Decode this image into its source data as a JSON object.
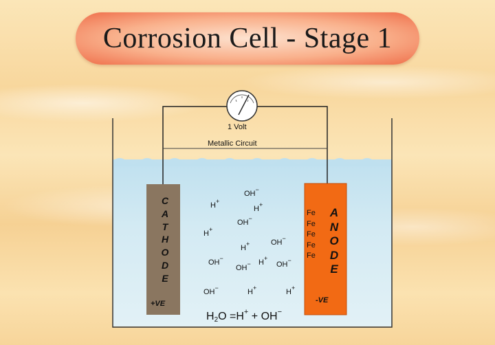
{
  "title": "Corrosion Cell - Stage 1",
  "meter": {
    "label": "1 Volt"
  },
  "circuit": {
    "label": "Metallic Circuit"
  },
  "cathode": {
    "letters": [
      "C",
      "A",
      "T",
      "H",
      "O",
      "D",
      "E"
    ],
    "polarity": "+VE",
    "color": "#8a7660"
  },
  "anode": {
    "letters": [
      "A",
      "N",
      "O",
      "D",
      "E"
    ],
    "polarity": "-VE",
    "color": "#f26a14",
    "metal": [
      "Fe",
      "Fe",
      "Fe",
      "Fe",
      "Fe"
    ]
  },
  "ions": [
    {
      "base": "OH",
      "sup": "−"
    },
    {
      "base": "H",
      "sup": "+"
    },
    {
      "base": "H",
      "sup": "+"
    },
    {
      "base": "OH",
      "sup": "−"
    },
    {
      "base": "H",
      "sup": "+"
    },
    {
      "base": "H",
      "sup": "+"
    },
    {
      "base": "OH",
      "sup": "−"
    },
    {
      "base": "OH",
      "sup": "−"
    },
    {
      "base": "OH",
      "sup": "−"
    },
    {
      "base": "H",
      "sup": "+"
    },
    {
      "base": "OH",
      "sup": "−"
    },
    {
      "base": "OH",
      "sup": "−"
    },
    {
      "base": "H",
      "sup": "+"
    },
    {
      "base": "H",
      "sup": "+"
    }
  ],
  "equation": {
    "h": "H",
    "two": "2",
    "o": "O =H",
    "plus": "+",
    "mid": " + OH",
    "minus": "−"
  },
  "colors": {
    "water": "#cfe8f2",
    "title_pill": "#f5916b"
  }
}
